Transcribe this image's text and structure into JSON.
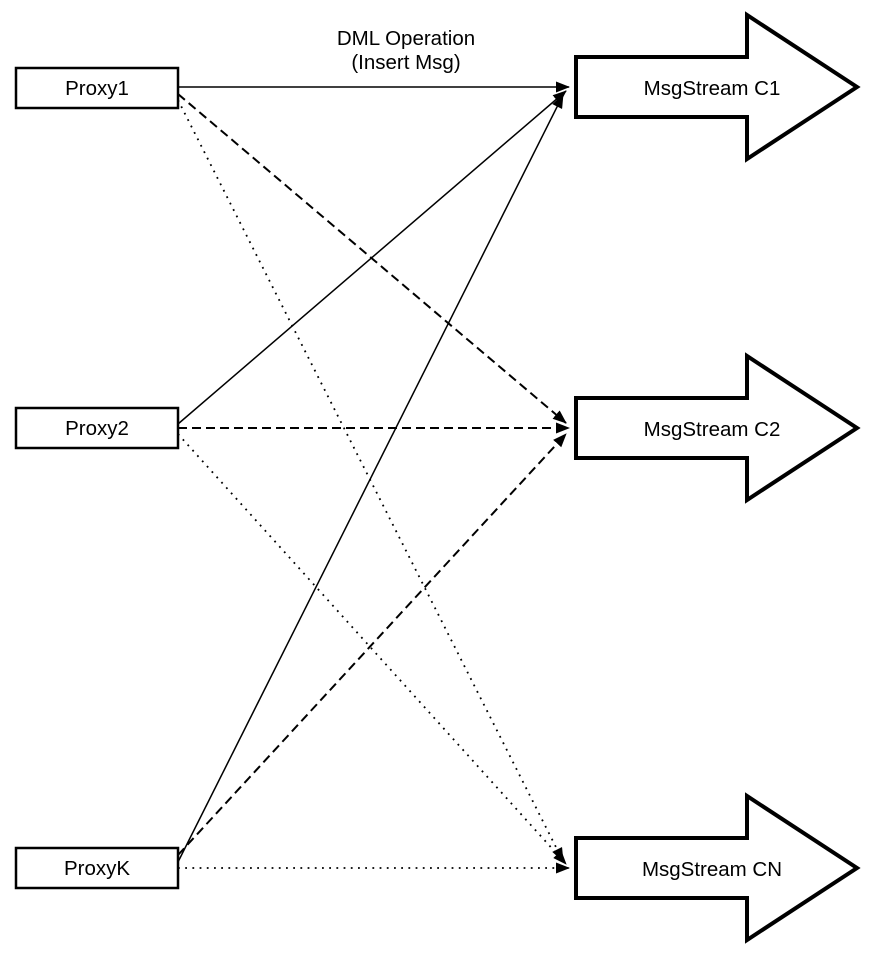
{
  "diagram": {
    "annotation": {
      "line1": "DML Operation",
      "line2": "(Insert Msg)"
    },
    "proxies": [
      {
        "id": "proxy1",
        "label": "Proxy1"
      },
      {
        "id": "proxy2",
        "label": "Proxy2"
      },
      {
        "id": "proxyk",
        "label": "ProxyK"
      }
    ],
    "streams": [
      {
        "id": "c1",
        "label": "MsgStream C1",
        "incoming_line_style": "solid"
      },
      {
        "id": "c2",
        "label": "MsgStream C2",
        "incoming_line_style": "dashed"
      },
      {
        "id": "cn",
        "label": "MsgStream CN",
        "incoming_line_style": "dotted"
      }
    ],
    "connections": [
      {
        "from": "Proxy1",
        "to": "MsgStream C1",
        "style": "solid"
      },
      {
        "from": "Proxy2",
        "to": "MsgStream C1",
        "style": "solid"
      },
      {
        "from": "ProxyK",
        "to": "MsgStream C1",
        "style": "solid"
      },
      {
        "from": "Proxy1",
        "to": "MsgStream C2",
        "style": "dashed"
      },
      {
        "from": "Proxy2",
        "to": "MsgStream C2",
        "style": "dashed"
      },
      {
        "from": "ProxyK",
        "to": "MsgStream C2",
        "style": "dashed"
      },
      {
        "from": "Proxy1",
        "to": "MsgStream CN",
        "style": "dotted"
      },
      {
        "from": "Proxy2",
        "to": "MsgStream CN",
        "style": "dotted"
      },
      {
        "from": "ProxyK",
        "to": "MsgStream CN",
        "style": "dotted"
      }
    ],
    "colors": {
      "stroke": "#000000",
      "fill": "#ffffff",
      "background": "#ffffff"
    }
  }
}
